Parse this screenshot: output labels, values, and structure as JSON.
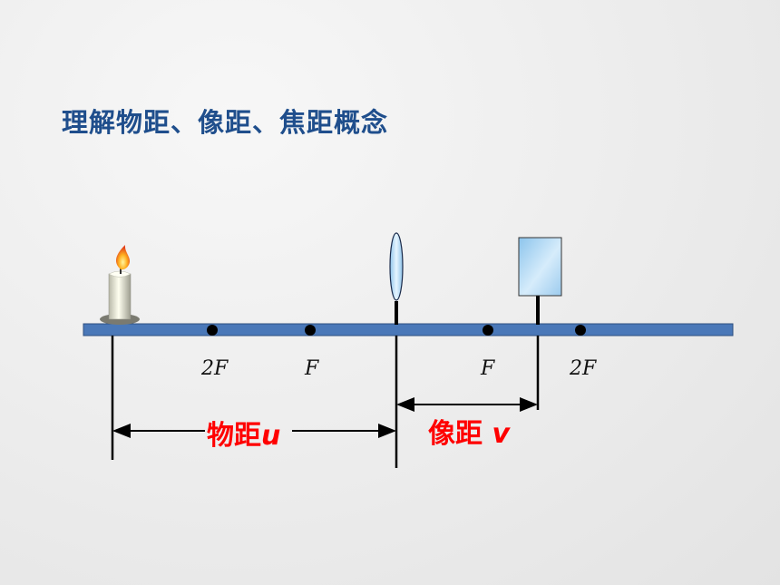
{
  "title": "理解物距、像距、焦距概念",
  "labels": {
    "left_2f": "2F",
    "left_f": "F",
    "right_f": "F",
    "right_2f": "2F"
  },
  "object_distance": {
    "text": "物距",
    "symbol": "u"
  },
  "image_distance": {
    "text": "像距 ",
    "symbol": "v"
  },
  "colors": {
    "title": "#1f4e8c",
    "bench": "#4a78b8",
    "emphasis": "#ff0000",
    "lens": "#bfe0f5",
    "screen": "#a9d3f2"
  },
  "icons": [
    "candle-icon",
    "convex-lens-icon",
    "screen-icon"
  ]
}
